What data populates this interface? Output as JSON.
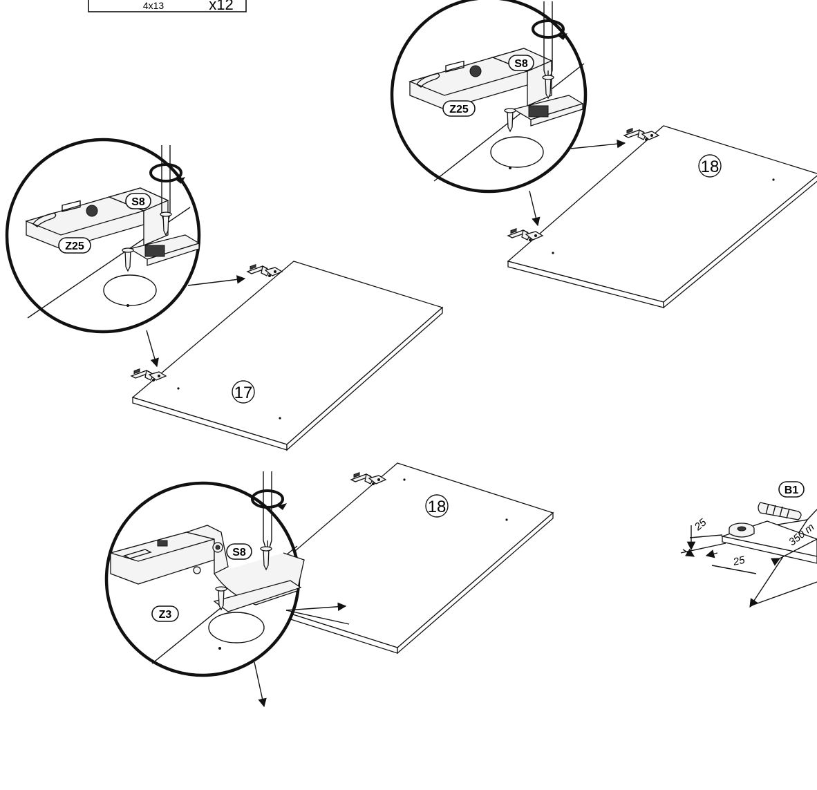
{
  "qty_box": {
    "size": "4x13",
    "qty": "x12"
  },
  "labels": {
    "s8": "S8",
    "z25": "Z25",
    "z3": "Z3",
    "b1": "B1"
  },
  "parts": {
    "p17": "17",
    "p18": "18"
  },
  "dimensions": {
    "d25a": "25",
    "d25b": "25",
    "d350": "350 m"
  }
}
